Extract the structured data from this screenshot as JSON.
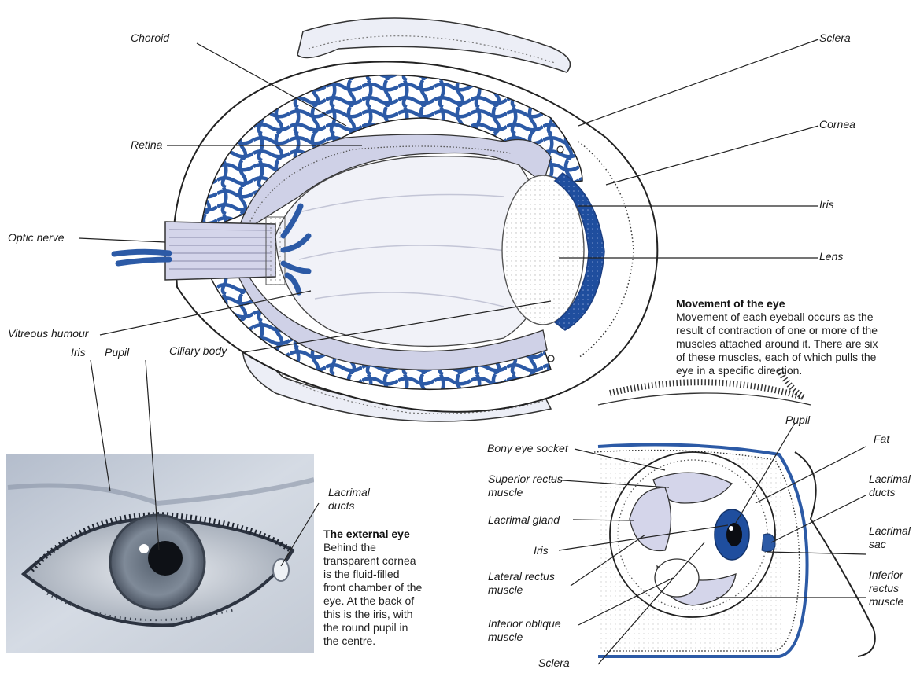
{
  "colors": {
    "vessel": "#2c5aa6",
    "lavender": "#d8d9ec",
    "lavender_dark": "#a9abd0",
    "iris_blue": "#1f4e9e",
    "line": "#222222"
  },
  "cross_section": {
    "labels": {
      "choroid": "Choroid",
      "sclera": "Sclera",
      "cornea": "Cornea",
      "retina": "Retina",
      "iris": "Iris",
      "optic_nerve": "Optic nerve",
      "lens": "Lens",
      "vitreous_humour": "Vitreous humour",
      "ciliary_body": "Ciliary body"
    }
  },
  "movement": {
    "heading": "Movement of the eye",
    "body": "Movement of each eyeball occurs as the\nresult of contraction of one or more of the\nmuscles attached around it. There are six\nof these muscles, each of which pulls the\neye in a specific direction."
  },
  "photo": {
    "labels": {
      "iris": "Iris",
      "pupil": "Pupil",
      "lacrimal_ducts": "Lacrimal\nducts"
    }
  },
  "external": {
    "heading": "The external eye",
    "body": "Behind the\ntransparent cornea\nis the fluid-filled\nfront chamber of the\neye. At the back of\nthis is the iris, with\nthe round pupil in\nthe centre."
  },
  "socket": {
    "labels": {
      "pupil": "Pupil",
      "bony_eye_socket": "Bony eye socket",
      "fat": "Fat",
      "superior_rectus": "Superior rectus\nmuscle",
      "lacrimal_ducts": "Lacrimal\nducts",
      "lacrimal_gland": "Lacrimal gland",
      "lacrimal_sac": "Lacrimal\nsac",
      "iris": "Iris",
      "lateral_rectus": "Lateral rectus\nmuscle",
      "inferior_rectus": "Inferior\nrectus\nmuscle",
      "inferior_oblique": "Inferior oblique\nmuscle",
      "sclera": "Sclera"
    }
  }
}
